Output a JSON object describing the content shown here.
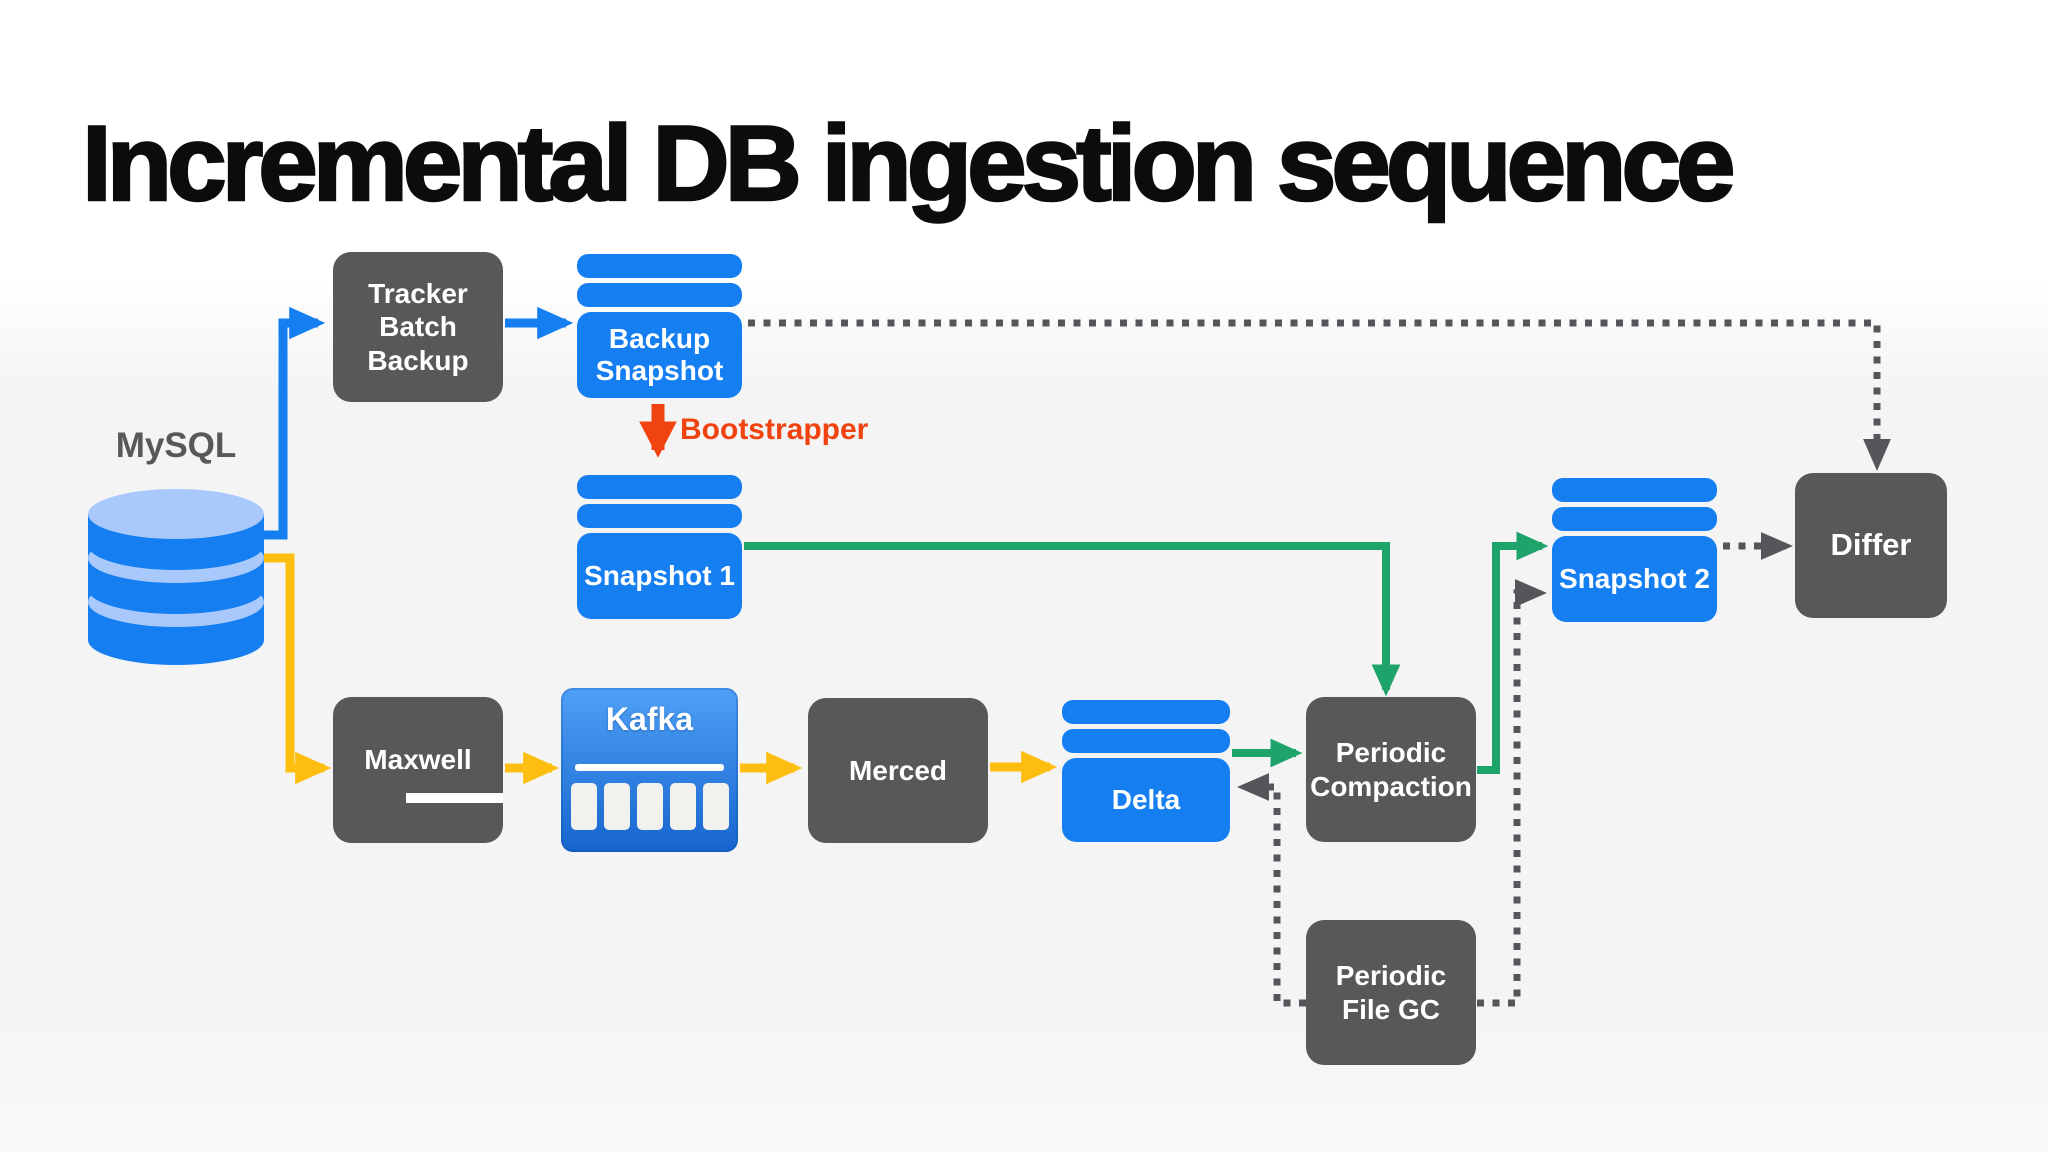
{
  "title": "Incremental DB ingestion sequence",
  "diagram": {
    "database": {
      "label": "MySQL"
    },
    "nodes": {
      "tracker": {
        "label": "Tracker\nBatch\nBackup",
        "kind": "process"
      },
      "backup_snapshot": {
        "label": "Backup\nSnapshot",
        "kind": "snapshot-stack"
      },
      "snapshot1": {
        "label": "Snapshot 1",
        "kind": "snapshot-stack"
      },
      "maxwell": {
        "label": "Maxwell",
        "kind": "process"
      },
      "kafka": {
        "label": "Kafka",
        "kind": "queue",
        "partitions": 5
      },
      "merced": {
        "label": "Merced",
        "kind": "process"
      },
      "delta": {
        "label": "Delta",
        "kind": "snapshot-stack"
      },
      "periodic_compaction": {
        "label": "Periodic\nCompaction",
        "kind": "process"
      },
      "snapshot2": {
        "label": "Snapshot 2",
        "kind": "snapshot-stack"
      },
      "differ": {
        "label": "Differ",
        "kind": "process"
      },
      "periodic_file_gc": {
        "label": "Periodic\nFile GC",
        "kind": "process"
      }
    },
    "edge_labels": {
      "bootstrapper": "Bootstrapper"
    },
    "edges": [
      {
        "from": "mysql",
        "to": "tracker",
        "style": "solid",
        "color_ref": "blue"
      },
      {
        "from": "tracker",
        "to": "backup_snapshot",
        "style": "solid",
        "color_ref": "blue"
      },
      {
        "from": "backup_snapshot",
        "to": "snapshot1",
        "style": "solid",
        "color_ref": "red",
        "label": "Bootstrapper"
      },
      {
        "from": "backup_snapshot",
        "to": "differ",
        "style": "dotted",
        "color_ref": "gray"
      },
      {
        "from": "mysql",
        "to": "maxwell",
        "style": "solid",
        "color_ref": "yellow"
      },
      {
        "from": "maxwell",
        "to": "kafka",
        "style": "solid",
        "color_ref": "yellow"
      },
      {
        "from": "kafka",
        "to": "merced",
        "style": "solid",
        "color_ref": "yellow"
      },
      {
        "from": "merced",
        "to": "delta",
        "style": "solid",
        "color_ref": "yellow"
      },
      {
        "from": "snapshot1",
        "to": "periodic_compaction",
        "style": "solid",
        "color_ref": "green"
      },
      {
        "from": "delta",
        "to": "periodic_compaction",
        "style": "solid",
        "color_ref": "green"
      },
      {
        "from": "periodic_compaction",
        "to": "snapshot2",
        "style": "solid",
        "color_ref": "green"
      },
      {
        "from": "snapshot2",
        "to": "differ",
        "style": "dotted",
        "color_ref": "gray"
      },
      {
        "from": "periodic_file_gc",
        "to": "delta",
        "style": "dotted",
        "color_ref": "gray"
      },
      {
        "from": "periodic_file_gc",
        "to": "snapshot2",
        "style": "dotted",
        "color_ref": "gray"
      }
    ]
  },
  "theme": {
    "blue": "#157FF2",
    "blueLight": "#A9C8FB",
    "dark": "#57585A",
    "yellow": "#FEBE10",
    "green": "#1EA36B",
    "red": "#F0430F",
    "dot": "#55565A",
    "kafkaTop": "#4FA0F6",
    "kafkaBottom": "#1565CE",
    "partition": "#F3F1ED",
    "title": "#0C0C0C"
  }
}
